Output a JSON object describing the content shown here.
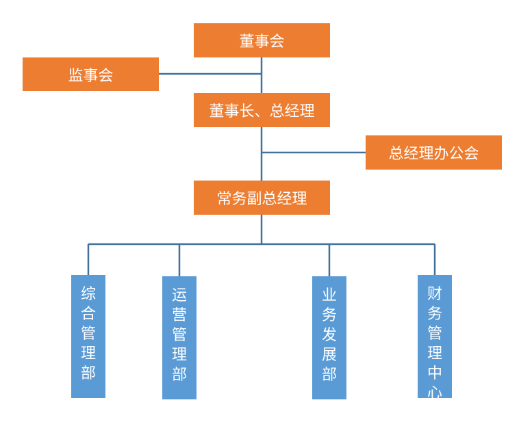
{
  "org_chart": {
    "board": "董事会",
    "supervisors": "监事会",
    "chairman_gm": "董事长、总经理",
    "gm_office": "总经理办公会",
    "exec_vp": "常务副总经理",
    "departments": [
      "综合管理部",
      "运营管理部",
      "业务发展部",
      "财务管理中心"
    ]
  },
  "colors": {
    "orange_box": "#ED7D31",
    "blue_box": "#5B9BD5",
    "connector": "#41719C",
    "text": "#FFFFFF"
  }
}
